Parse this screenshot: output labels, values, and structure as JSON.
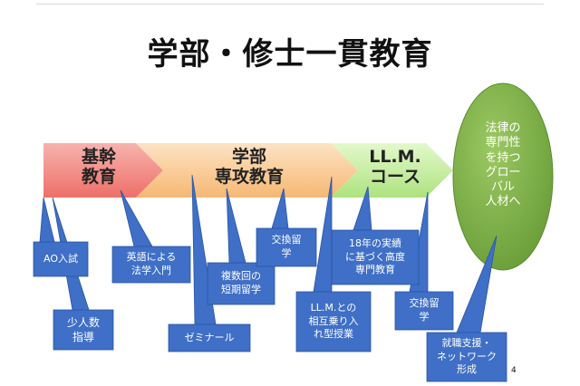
{
  "title": "学部・修士一貫教育",
  "page_number": "4",
  "stages": [
    {
      "label": "基幹\n教育",
      "color": "#f4908a"
    },
    {
      "label": "学部\n専攻教育",
      "color": "#f9c88f"
    },
    {
      "label": "LL.M.\nコース",
      "color": "#c8eea0"
    }
  ],
  "goal": {
    "label": "法律の\n専門性\nを持つ\nグロー\nバル\n人材へ",
    "color": "#79ad44"
  },
  "callouts": [
    {
      "text": "AO入試"
    },
    {
      "text": "少人数\n指導"
    },
    {
      "text": "英語による\n法学入門"
    },
    {
      "text": "ゼミナール"
    },
    {
      "text": "複数回の\n短期留学"
    },
    {
      "text": "交換留\n学"
    },
    {
      "text": "LL.M.との\n相互乗り入\nれ型授業"
    },
    {
      "text": "18年の実績\nに基づく高度\n専門教育"
    },
    {
      "text": "交換留\n学"
    },
    {
      "text": "就職支援・\nネットワーク\n形成"
    }
  ],
  "colors": {
    "callout": "#3f6fc6",
    "callout_border": "#2b56a3"
  }
}
